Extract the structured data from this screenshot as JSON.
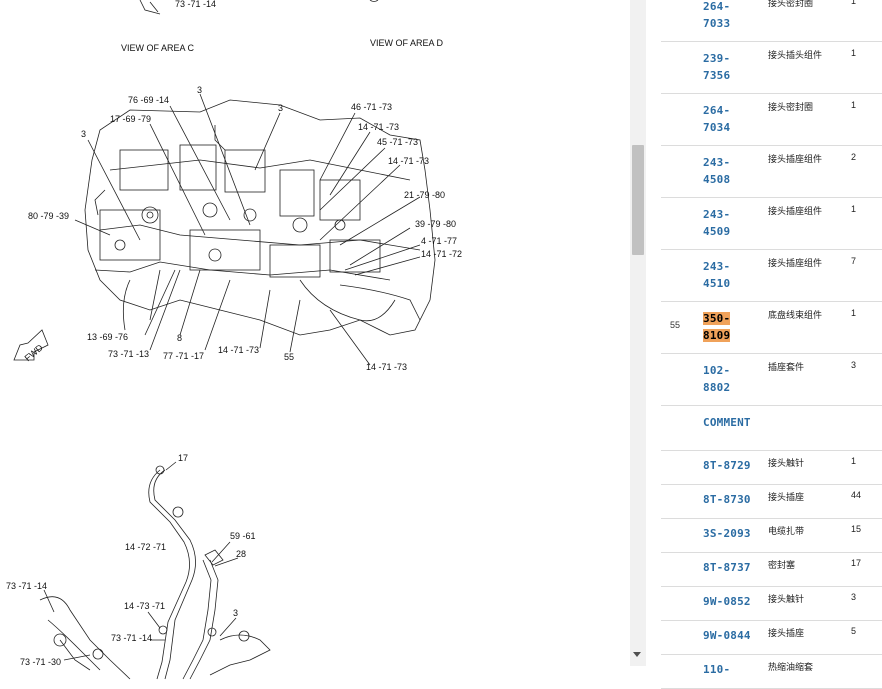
{
  "diagram": {
    "labels": {
      "top_partial": "73 -71 -14",
      "view_c": "VIEW OF AREA C",
      "view_d": "VIEW OF AREA D",
      "l_76_69_14": "76 -69 -14",
      "l_3a": "3",
      "l_3b": "3",
      "l_3c": "3",
      "l_46_71_73": "46 -71 -73",
      "l_17_69_79": "17 -69 -79",
      "l_14_71_73a": "14 -71 -73",
      "l_45_71_73": "45 -71 -73",
      "l_14_71_73b": "14 -71 -73",
      "l_80_79_39": "80 -79 -39",
      "l_21_79_80": "21 -79 -80",
      "l_39_79_80": "39 -79 -80",
      "l_4_71_77": "4 -71 -77",
      "l_14_71_72": "14 -71 -72",
      "l_13_69_76": "13 -69 -76",
      "l_8": "8",
      "l_73_71_13": "73 -71 -13",
      "l_77_71_17": "77 -71 -17",
      "l_14_71_73c": "14 -71 -73",
      "l_55": "55",
      "l_14_71_73d": "14 -71 -73",
      "fwd": "FWD",
      "l_17": "17",
      "l_59_61": "59 -61",
      "l_14_72_71": "14 -72 -71",
      "l_28": "28",
      "l_73_71_14a": "73 -71 -14",
      "l_14_73_71": "14 -73 -71",
      "l_3d": "3",
      "l_73_71_14b": "73 -71 -14",
      "l_73_71_30": "73 -71 -30"
    }
  },
  "parts": [
    {
      "seq": "",
      "num_lines": [
        "264-",
        "7033"
      ],
      "desc": "接头密封圈",
      "qty": "1",
      "type": "tall"
    },
    {
      "seq": "",
      "num_lines": [
        "239-",
        "7356"
      ],
      "desc": "接头插头组件",
      "qty": "1",
      "type": "tall"
    },
    {
      "seq": "",
      "num_lines": [
        "264-",
        "7034"
      ],
      "desc": "接头密封圈",
      "qty": "1",
      "type": "tall"
    },
    {
      "seq": "",
      "num_lines": [
        "243-",
        "4508"
      ],
      "desc": "接头插座组件",
      "qty": "2",
      "type": "tall"
    },
    {
      "seq": "",
      "num_lines": [
        "243-",
        "4509"
      ],
      "desc": "接头插座组件",
      "qty": "1",
      "type": "tall"
    },
    {
      "seq": "",
      "num_lines": [
        "243-",
        "4510"
      ],
      "desc": "接头插座组件",
      "qty": "7",
      "type": "tall"
    },
    {
      "seq": "55",
      "num_lines": [
        "350-",
        "8109"
      ],
      "desc": "底盘线束组件",
      "qty": "1",
      "type": "tall",
      "highlight": true
    },
    {
      "seq": "",
      "num_lines": [
        "102-",
        "8802"
      ],
      "desc": "插座套件",
      "qty": "3",
      "type": "tall"
    },
    {
      "seq": "",
      "num_lines": [
        "COMMENT"
      ],
      "desc": "",
      "qty": "",
      "type": "comment"
    },
    {
      "seq": "",
      "num_lines": [
        "8T-8729"
      ],
      "desc": "接头触针",
      "qty": "1",
      "type": "short"
    },
    {
      "seq": "",
      "num_lines": [
        "8T-8730"
      ],
      "desc": "接头插座",
      "qty": "44",
      "type": "short"
    },
    {
      "seq": "",
      "num_lines": [
        "3S-2093"
      ],
      "desc": "电缆扎带",
      "qty": "15",
      "type": "short"
    },
    {
      "seq": "",
      "num_lines": [
        "8T-8737"
      ],
      "desc": "密封塞",
      "qty": "17",
      "type": "short"
    },
    {
      "seq": "",
      "num_lines": [
        "9W-0852"
      ],
      "desc": "接头触针",
      "qty": "3",
      "type": "short"
    },
    {
      "seq": "",
      "num_lines": [
        "9W-0844"
      ],
      "desc": "接头插座",
      "qty": "5",
      "type": "short"
    },
    {
      "seq": "",
      "num_lines": [
        "110-"
      ],
      "desc": "热缩油缩套",
      "qty": "",
      "type": "short"
    }
  ],
  "colors": {
    "part_link": "#2b6ca3",
    "highlight": "#f0a25a",
    "row_border": "#dcdcdc",
    "scroll_track": "#f1f1f1",
    "scroll_thumb": "#c1c1c1"
  }
}
